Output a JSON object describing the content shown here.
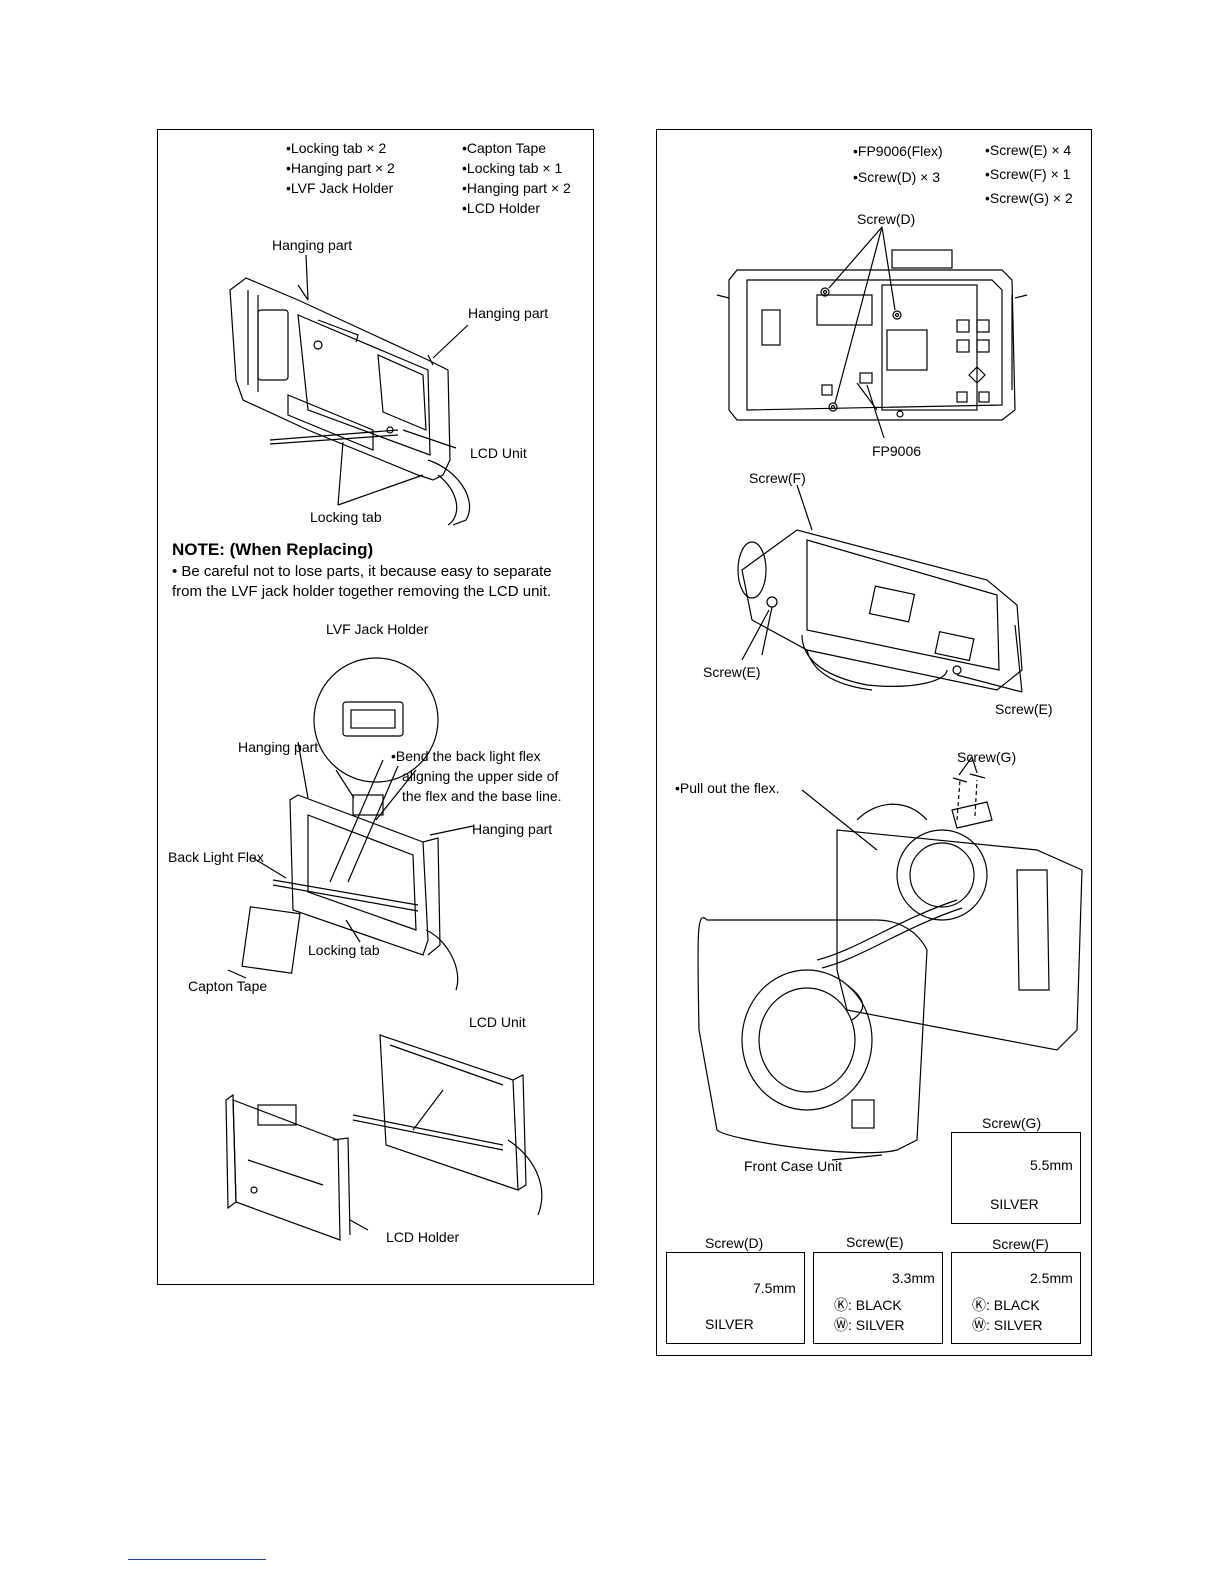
{
  "left": {
    "parts_col1": [
      "•Locking tab × 2",
      "•Hanging part × 2",
      "•LVF Jack Holder"
    ],
    "parts_col2": [
      "•Capton Tape",
      "•Locking tab × 1",
      "•Hanging part × 2",
      "•LCD Holder"
    ],
    "labels": {
      "hanging_part_top": "Hanging part",
      "hanging_part_right": "Hanging part",
      "lcd_unit_1": "LCD Unit",
      "locking_tab_1": "Locking tab",
      "lvf_jack_holder": "LVF Jack Holder",
      "hanging_part_2": "Hanging part",
      "hanging_part_3": "Hanging part",
      "back_light_flex": "Back Light Flex",
      "locking_tab_2": "Locking tab",
      "capton_tape": "Capton Tape",
      "lcd_unit_2": "LCD Unit",
      "lcd_holder": "LCD Holder"
    },
    "bend_note": [
      "•Bend the back light flex",
      "aligning the upper side of",
      "the flex and the base line."
    ],
    "note_title": "NOTE: (When Replacing)",
    "note_body": "• Be careful not to lose parts, it because easy to separate from the LVF jack holder together removing the LCD unit."
  },
  "right": {
    "parts_col1": [
      "•FP9006(Flex)",
      "•Screw(D) × 3"
    ],
    "parts_col2": [
      "•Screw(E) × 4",
      "•Screw(F) × 1",
      "•Screw(G) × 2"
    ],
    "labels": {
      "screw_d": "Screw(D)",
      "fp9006": "FP9006",
      "screw_f": "Screw(F)",
      "screw_e_left": "Screw(E)",
      "screw_e_right": "Screw(E)",
      "screw_g": "Screw(G)",
      "pull_flex": "•Pull out the flex.",
      "front_case": "Front Case Unit"
    },
    "specs": {
      "g": {
        "title": "Screw(G)",
        "size": "5.5mm",
        "color1": "SILVER"
      },
      "d": {
        "title": "Screw(D)",
        "size": "7.5mm",
        "color1": "SILVER"
      },
      "e": {
        "title": "Screw(E)",
        "size": "3.3mm",
        "color1": "Ⓚ: BLACK",
        "color2": "Ⓦ: SILVER"
      },
      "f": {
        "title": "Screw(F)",
        "size": "2.5mm",
        "color1": "Ⓚ: BLACK",
        "color2": "Ⓦ: SILVER"
      }
    }
  }
}
